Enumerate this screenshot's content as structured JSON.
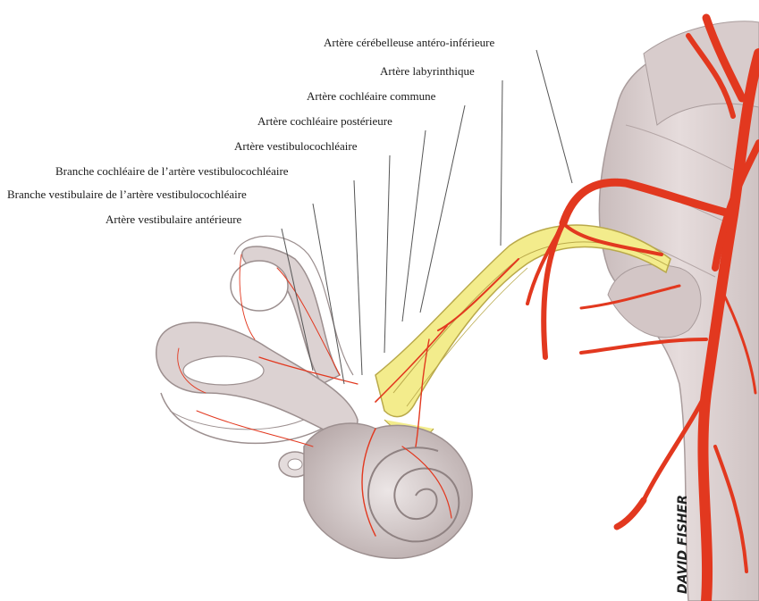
{
  "labels": [
    "Artère cérébelleuse antéro-inférieure",
    "Artère labyrinthique",
    "Artère cochléaire commune",
    "Artère cochléaire postérieure",
    "Artère vestibulocochléaire",
    "Branche cochléaire de l’artère vestibulocochléaire",
    "Branche vestibulaire de l’artère vestibulocochléaire",
    "Artère vestibulaire antérieure"
  ],
  "signature": "DAVID FISHER",
  "colors": {
    "artery": "#e2381f",
    "artery_dark": "#b52412",
    "tissue": "#d9cfcf",
    "tissue_dark": "#a99c9c",
    "nerve": "#f3ec8c",
    "nerve_edge": "#b9a94a",
    "leader": "#555555"
  }
}
